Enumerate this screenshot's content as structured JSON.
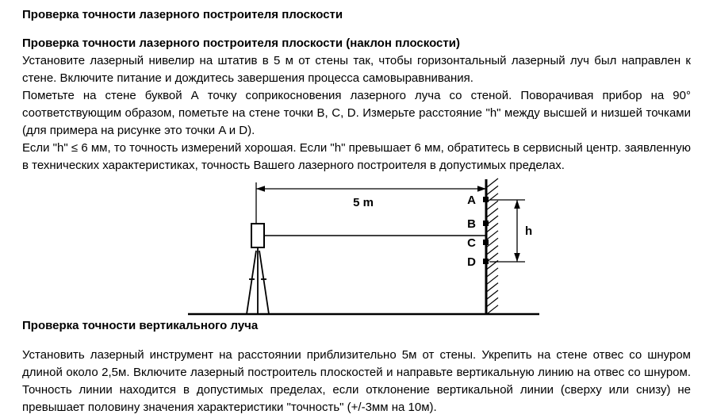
{
  "page": {
    "title": "Проверка точности лазерного построителя плоскости",
    "section_plane": {
      "heading": "Проверка точности лазерного построителя плоскости (наклон плоскости)",
      "para1": "Установите лазерный нивелир на штатив в 5 м от стены так, чтобы горизонтальный лазерный луч был направлен к стене. Включите питание и дождитесь завершения процесса самовыравнивания.",
      "para2": "Пометьте на стене буквой А точку соприкосновения лазерного луча со стеной. Поворачивая прибор на 90° соответствующим образом, пометьте на стене точки B, C, D. Измерьте расстояние \"h\" между высшей и низшей точками (для примера на рисунке это точки A и D).",
      "para3": "Если \"h\" ≤ 6 мм, то точность измерений хорошая. Если \"h\" превышает 6 мм, обратитесь в сервисный центр. заявленную в технических характеристиках, точность Вашего лазерного построителя в допустимых пределах."
    },
    "diagram": {
      "distance_label": "5 m",
      "height_label": "h",
      "point_labels": [
        "A",
        "B",
        "C",
        "D"
      ]
    },
    "section_vertical": {
      "heading": "Проверка точности вертикального луча",
      "para1": "Установить лазерный инструмент на расстоянии приблизительно 5м от стены. Укрепить на стене отвес со шнуром длиной около 2,5м. Включите лазерный построитель плоскостей и направьте вертикальную линию на отвес со шнуром. Точность линии находится в допустимых пределах, если отклонение вертикальной линии (сверху или снизу) не превышает половину значения характеристики \"точность\" (+/-3мм на 10м)."
    }
  }
}
